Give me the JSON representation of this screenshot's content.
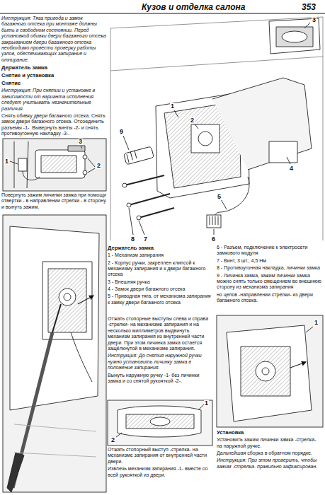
{
  "diagram": {
    "title": "Кузов и отделка салона",
    "labels": [
      "Инструкция: Тяга привода и замок багажного отсека при монтаже должны быть в свободном состоянии. Перед установкой обивки двери багажного отсека закрыванием двери багажного отсека необходимо провести проверку работы узлов, обеспечивающих запирание и отпирание.",
      "Держатель замка",
      "Снятие и установка",
      "Снятие",
      "Инструкция: При снятии и установке в зависимости от варианта исполнения следует учитывать незначительные различия.",
      "Снять обивку двери багажного отсека. Снять замок двери багажного отсека. Отсоединить разъемы -1-. Вывернуть винты -2- и снять противоугонную накладку -3-.",
      "1",
      "2",
      "3",
      "Повернуть зажим личинки замка при помощи отвертки - в направлении стрелки - в сторону и вынуть зажим.",
      "3",
      "1",
      "2",
      "9",
      "4",
      "5",
      "6",
      "7",
      "8",
      "Держатель замка",
      "1 - Механизм запирания",
      "2 - Корпус ручки, закреплен клипсой к механизму запирания и к двери багажного отсека",
      "3 - Внешняя ручка",
      "4 - Замок двери багажного отсека",
      "5 - Приводная тяга, от механизма запирания к замку двери багажного отсека",
      "6 - Разъем, подключение к электросети замкового модуля",
      "7 - Винт, 3 шт., 4,5 Нм",
      "8 - Противоугонная накладка, личинки замка",
      "9 - Личинка замка, зажим личинки замка можно снять только смещением во внешнюю сторону из механизма запирания",
      "но целов -направлении стрелки- из двери багажного отсека.",
      "Отжать стопорные выступы слева и справа -стрелки- на механизме запирания и на несколько миллиметров выдвинуть механизм запирания из внутренней части двери. При этом личинка замка остается защёлкнутой в механизме запирания.",
      "Инструкция: До снятия наружной ручки нужно установить личинку замка в положение запирания.",
      "Вынуть наружную ручку -1- без личинки замка и со снятой рукояткой -2-.",
      "1",
      "2",
      "Отжать стопорный выступ -стрелка- на механизме запирания от внутренней части двери.",
      "Извлечь механизм запирания -1- вместе со всей рукояткой из двери.",
      "1",
      "Установка",
      "Установить зажим личинки замка -стрелка- на наружной ручке.",
      "Дальнейшая сборка в обратном порядке.",
      "Инструкция: При этом проверить, чтобы зажим -стрелка- правильно зафиксирован.",
      "353"
    ]
  }
}
